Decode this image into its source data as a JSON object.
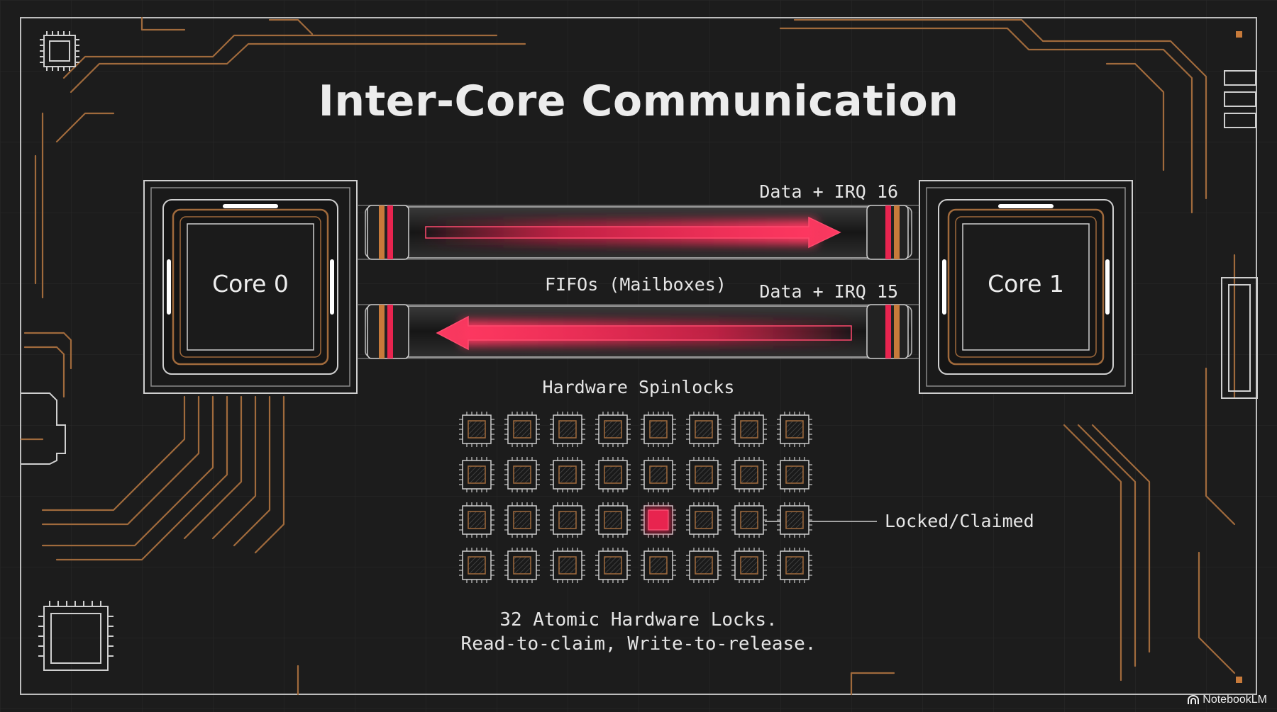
{
  "title": "Inter-Core Communication",
  "cores": [
    {
      "label": "Core 0"
    },
    {
      "label": "Core 1"
    }
  ],
  "fifo": {
    "label": "FIFOs (Mailboxes)",
    "top_channel": {
      "label": "Data + IRQ 16",
      "direction": "core0-to-core1"
    },
    "bottom_channel": {
      "label": "Data + IRQ 15",
      "direction": "core1-to-core0"
    }
  },
  "spinlocks": {
    "heading": "Hardware Spinlocks",
    "rows": 4,
    "cols": 8,
    "locked_index": 20,
    "locked_label": "Locked/Claimed",
    "caption_line1": "32 Atomic Hardware Locks.",
    "caption_line2": "Read-to-claim, Write-to-release."
  },
  "brand": "NotebookLM",
  "colors": {
    "background": "#1c1c1c",
    "circuit_trace": "#a06a3c",
    "accent_red": "#e8244f",
    "frame": "#cfcfcf"
  }
}
